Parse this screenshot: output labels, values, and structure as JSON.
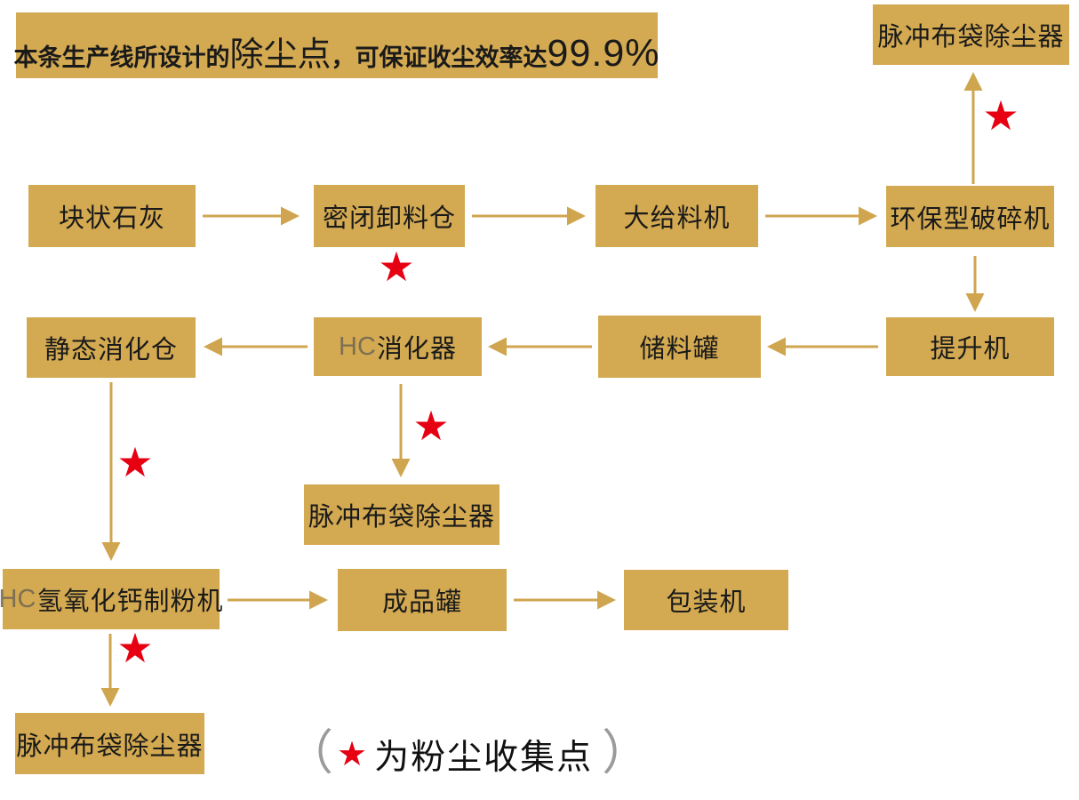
{
  "banner": {
    "prefix": "本条生产线所设计的",
    "highlight": "除尘点",
    "middle": "，可保证收尘效率达",
    "value": "99.9%"
  },
  "nodes": {
    "dust_top": {
      "label": "脉冲布袋除尘器"
    },
    "lime": {
      "label": "块状石灰"
    },
    "unloading": {
      "label": "密闭卸料仓"
    },
    "feeder": {
      "label": "大给料机"
    },
    "crusher": {
      "label": "环保型破碎机"
    },
    "silo_static": {
      "label": "静态消化仓"
    },
    "digester_hc": {
      "prefix": "HC",
      "label": "消化器"
    },
    "storage_tank": {
      "label": "储料罐"
    },
    "elevator": {
      "label": "提升机"
    },
    "dust_mid": {
      "label": "脉冲布袋除尘器"
    },
    "mill_hc": {
      "prefix": "HC",
      "label": "氢氧化钙制粉机"
    },
    "product_tank": {
      "label": "成品罐"
    },
    "packer": {
      "label": "包装机"
    },
    "dust_bottom": {
      "label": "脉冲布袋除尘器"
    }
  },
  "edges": [
    {
      "from": "块状石灰",
      "to": "密闭卸料仓"
    },
    {
      "from": "密闭卸料仓",
      "to": "大给料机"
    },
    {
      "from": "大给料机",
      "to": "环保型破碎机"
    },
    {
      "from": "环保型破碎机",
      "to": "脉冲布袋除尘器(顶部)"
    },
    {
      "from": "环保型破碎机",
      "to": "提升机"
    },
    {
      "from": "提升机",
      "to": "储料罐"
    },
    {
      "from": "储料罐",
      "to": "HC消化器"
    },
    {
      "from": "HC消化器",
      "to": "静态消化仓"
    },
    {
      "from": "HC消化器",
      "to": "脉冲布袋除尘器(中部)"
    },
    {
      "from": "静态消化仓",
      "to": "HC氢氧化钙制粉机"
    },
    {
      "from": "HC氢氧化钙制粉机",
      "to": "脉冲布袋除尘器(底部)"
    },
    {
      "from": "HC氢氧化钙制粉机",
      "to": "成品罐"
    },
    {
      "from": "成品罐",
      "to": "包装机"
    }
  ],
  "star": {
    "symbol": "★"
  },
  "star_points": [
    "密闭卸料仓下方",
    "环保型破碎机→顶部脉冲布袋除尘器通道",
    "HC消化器→中部脉冲布袋除尘器通道",
    "静态消化仓→HC氢氧化钙制粉机通道",
    "HC氢氧化钙制粉机→底部脉冲布袋除尘器通道"
  ],
  "legend": {
    "open": "（",
    "star": "★",
    "text": "为粉尘收集点",
    "close": "）"
  },
  "colors": {
    "box": "#d3a951",
    "arrow": "#cfa64f",
    "star": "#e60012",
    "text": "#1a1a1a"
  }
}
